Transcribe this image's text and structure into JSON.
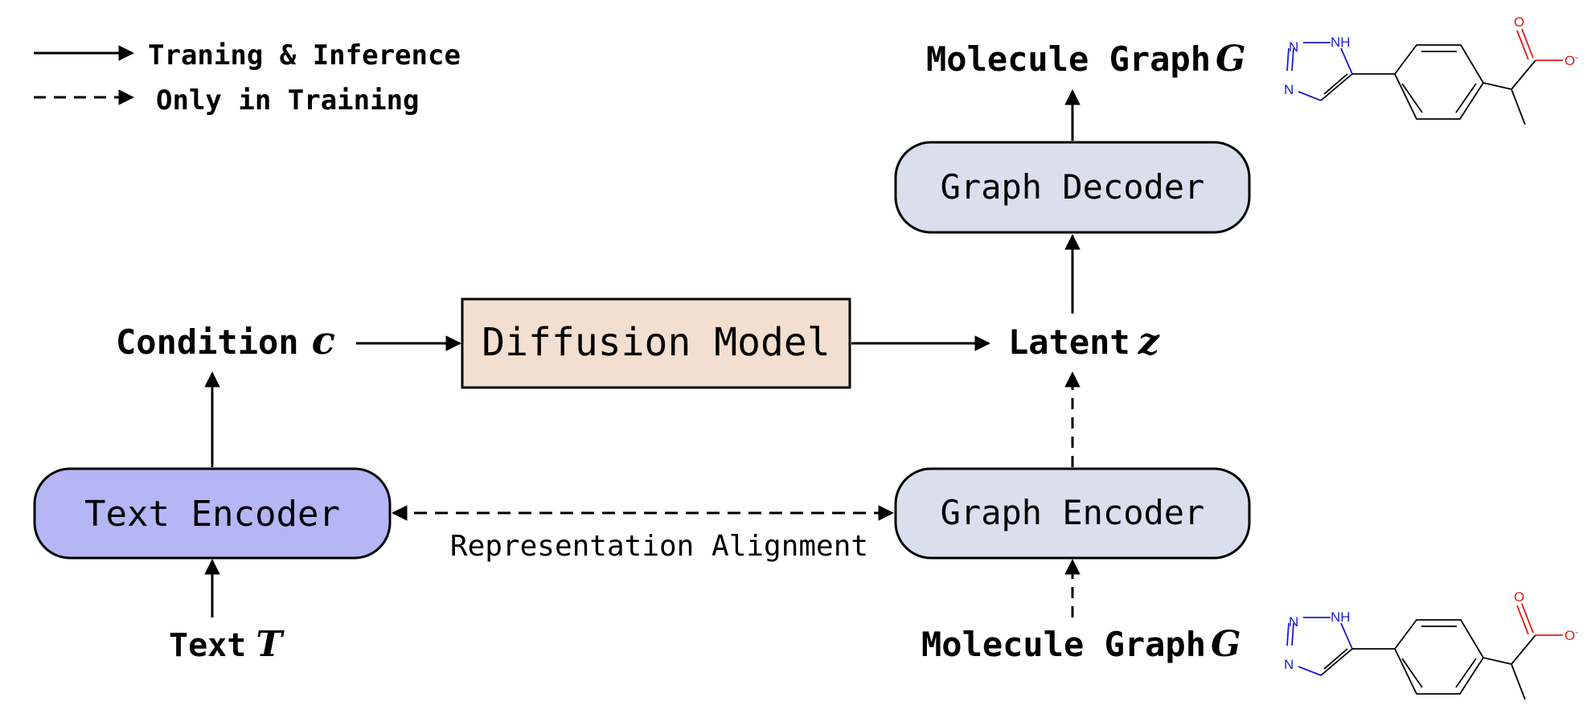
{
  "legend": {
    "solid_label": "Traning & Inference",
    "dashed_label": "Only in Training"
  },
  "nodes": {
    "text_encoder": "Text Encoder",
    "graph_encoder": "Graph Encoder",
    "graph_decoder": "Graph Decoder",
    "diffusion_model": "Diffusion Model"
  },
  "labels": {
    "condition": "Condition",
    "condition_symbol": "c",
    "latent": "Latent",
    "latent_symbol": "z",
    "text": "Text",
    "text_symbol": "T",
    "molecule_graph_top": "Molecule Graph",
    "molecule_graph_top_symbol": "G",
    "molecule_graph_bottom": "Molecule Graph",
    "molecule_graph_bottom_symbol": "G",
    "representation_alignment": "Representation Alignment"
  },
  "molecule": {
    "atom_nh": "NH",
    "atom_n1": "N",
    "atom_n2": "N",
    "atom_o1": "O",
    "atom_o2": "O",
    "charge": "-"
  },
  "colors": {
    "text_encoder_fill": "#b4b6f5",
    "graph_box_fill": "#d9dfec",
    "diffusion_fill": "#f2dfcf",
    "nitrogen": "#1a1ad6",
    "oxygen": "#e01b1b",
    "stroke": "#000000"
  }
}
